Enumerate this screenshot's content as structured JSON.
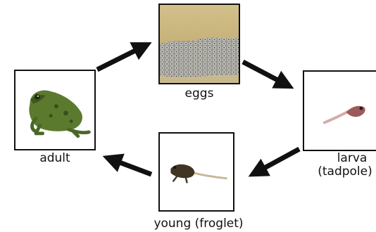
{
  "stages": {
    "eggs": {
      "label": "eggs",
      "icon": "frog-eggs-photo"
    },
    "larva": {
      "label": "larva",
      "sublabel": "(tadpole)",
      "icon": "tadpole-photo"
    },
    "young": {
      "label": "young (froglet)",
      "icon": "froglet-photo"
    },
    "adult": {
      "label": "adult",
      "icon": "adult-frog-photo"
    }
  },
  "arrow_color": "#111111"
}
